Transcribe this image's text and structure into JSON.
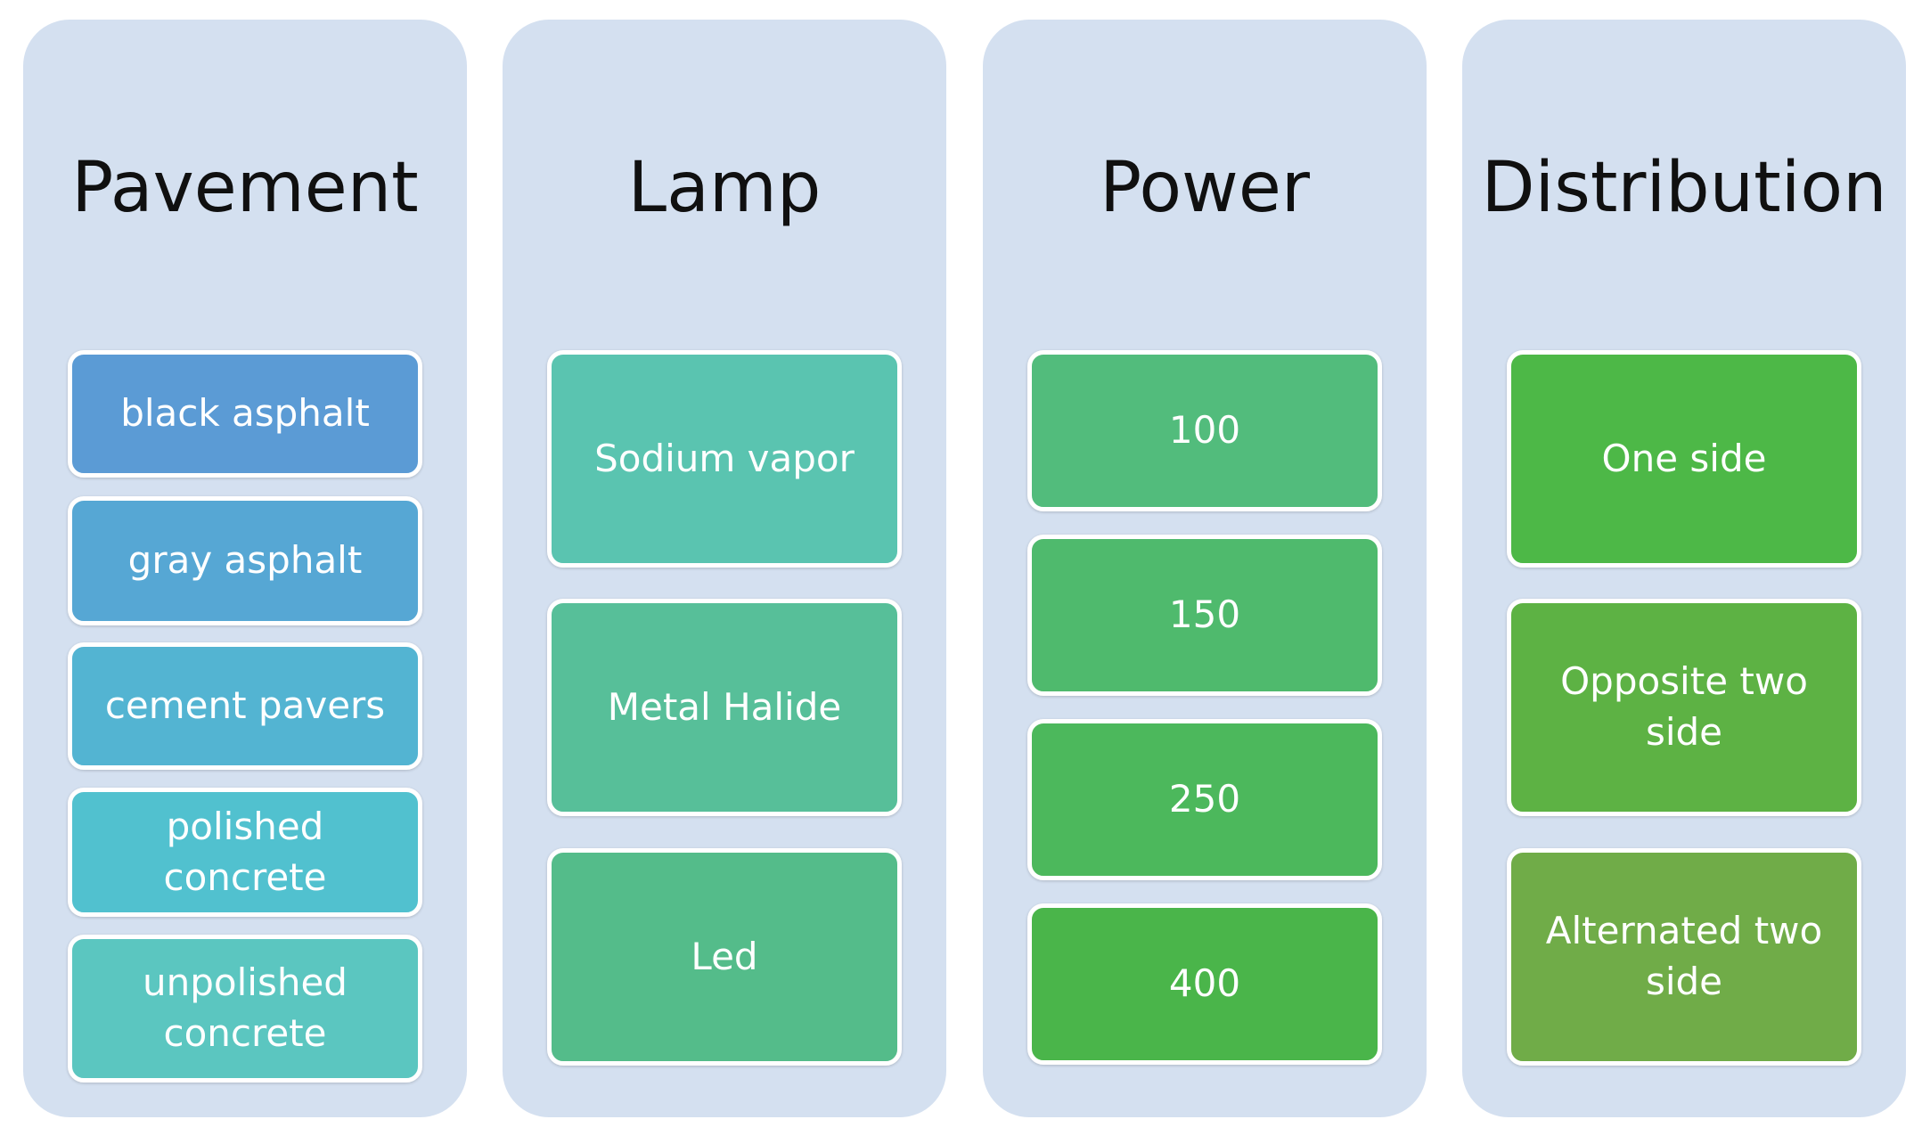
{
  "columns": [
    {
      "title": "Pavement",
      "items": [
        {
          "label": "black asphalt",
          "color": "#5b9bd5"
        },
        {
          "label": "gray asphalt",
          "color": "#56a7d4"
        },
        {
          "label": "cement pavers",
          "color": "#53b4d2"
        },
        {
          "label": "polished concrete",
          "color": "#51c1cf"
        },
        {
          "label": "unpolished concrete",
          "color": "#5bc6c0"
        }
      ]
    },
    {
      "title": "Lamp",
      "items": [
        {
          "label": "Sodium vapor",
          "color": "#5ac4b0"
        },
        {
          "label": "Metal Halide",
          "color": "#57bf99"
        },
        {
          "label": "Led",
          "color": "#54bc8a"
        }
      ]
    },
    {
      "title": "Power",
      "items": [
        {
          "label": "100",
          "color": "#52bc7c"
        },
        {
          "label": "150",
          "color": "#4fba6d"
        },
        {
          "label": "250",
          "color": "#4cb85c"
        },
        {
          "label": "400",
          "color": "#4ab54a"
        }
      ]
    },
    {
      "title": "Distribution",
      "items": [
        {
          "label": "One side",
          "color": "#4db847"
        },
        {
          "label": "Opposite two side",
          "color": "#5db244"
        },
        {
          "label": "Alternated two side",
          "color": "#70ac48"
        }
      ]
    }
  ]
}
